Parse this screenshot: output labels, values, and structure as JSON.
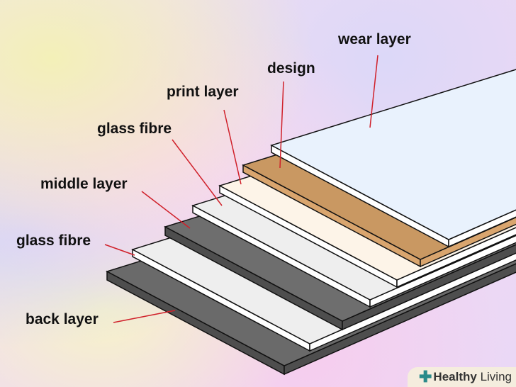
{
  "labels": {
    "wear_layer": "wear layer",
    "design": "design",
    "print_layer": "print layer",
    "glass_fibre_top": "glass fibre",
    "middle_layer": "middle layer",
    "glass_fibre_bottom": "glass fibre",
    "back_layer": "back layer"
  },
  "watermark": {
    "brand_bold": "Healthy",
    "brand_rest": "Living"
  },
  "colors": {
    "back_layer": "#6a6a6a",
    "glass_fibre": "#eeeeee",
    "middle_layer": "#6e6e6e",
    "print_layer": "#fdf4e8",
    "design": "#c99862",
    "wear_layer": "#e9f2fd",
    "leader_line": "#d0202a"
  }
}
